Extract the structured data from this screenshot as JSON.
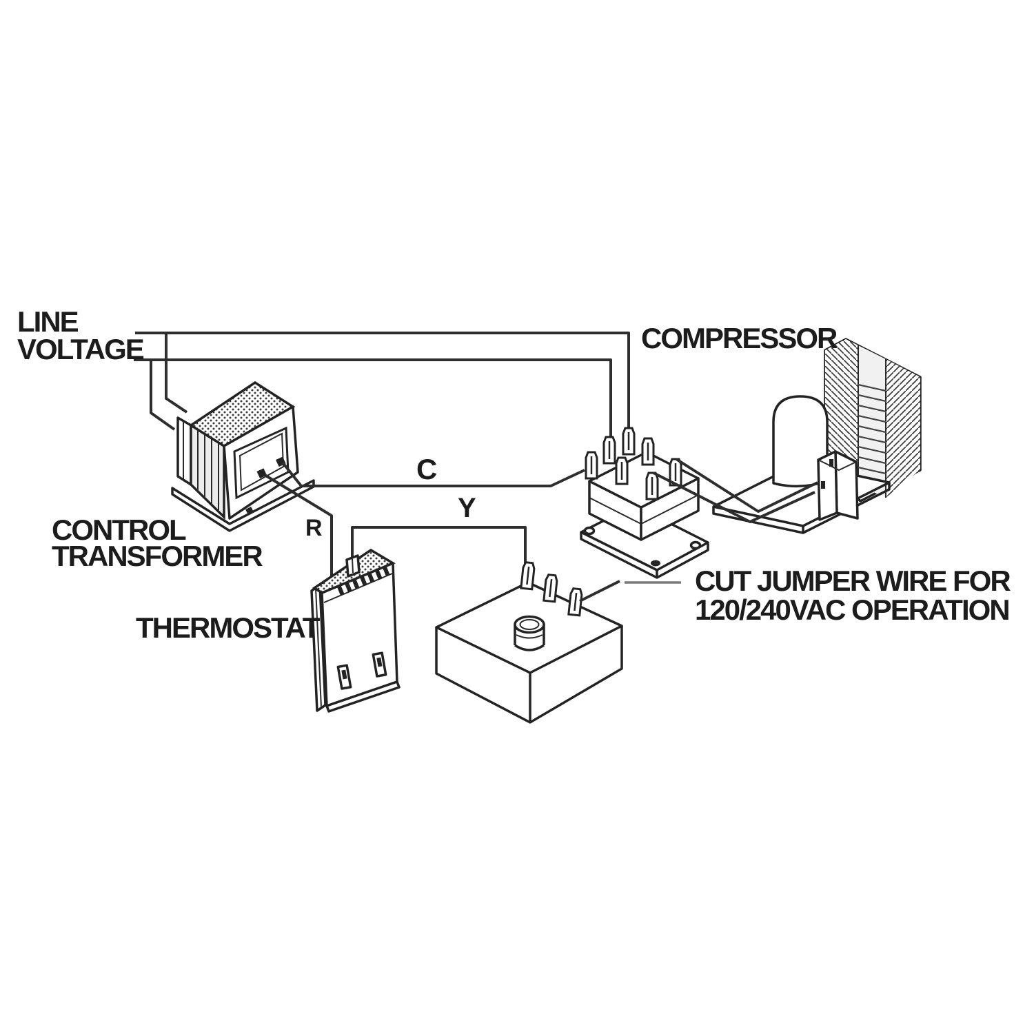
{
  "diagram": {
    "type": "hvac-control-wiring-diagram",
    "labels": {
      "line_voltage": [
        "LINE",
        "VOLTAGE"
      ],
      "compressor": "COMPRESSOR",
      "control_transformer": [
        "CONTROL",
        "TRANSFORMER"
      ],
      "thermostat": "THERMOSTAT",
      "jumper_note": [
        "CUT JUMPER WIRE FOR",
        "120/240VAC OPERATION"
      ]
    },
    "wire_labels": {
      "c": "C",
      "y": "Y",
      "r": "R"
    },
    "components": [
      "control-transformer",
      "thermostat",
      "contactor-relay",
      "jumper-terminal-box",
      "compressor-condensing-unit"
    ],
    "colors": {
      "background": "#ffffff",
      "ink": "#1c1c1c",
      "component_line": "#232323",
      "wire": "#2e2e2e",
      "leader_line": "#7a7a7a"
    }
  }
}
